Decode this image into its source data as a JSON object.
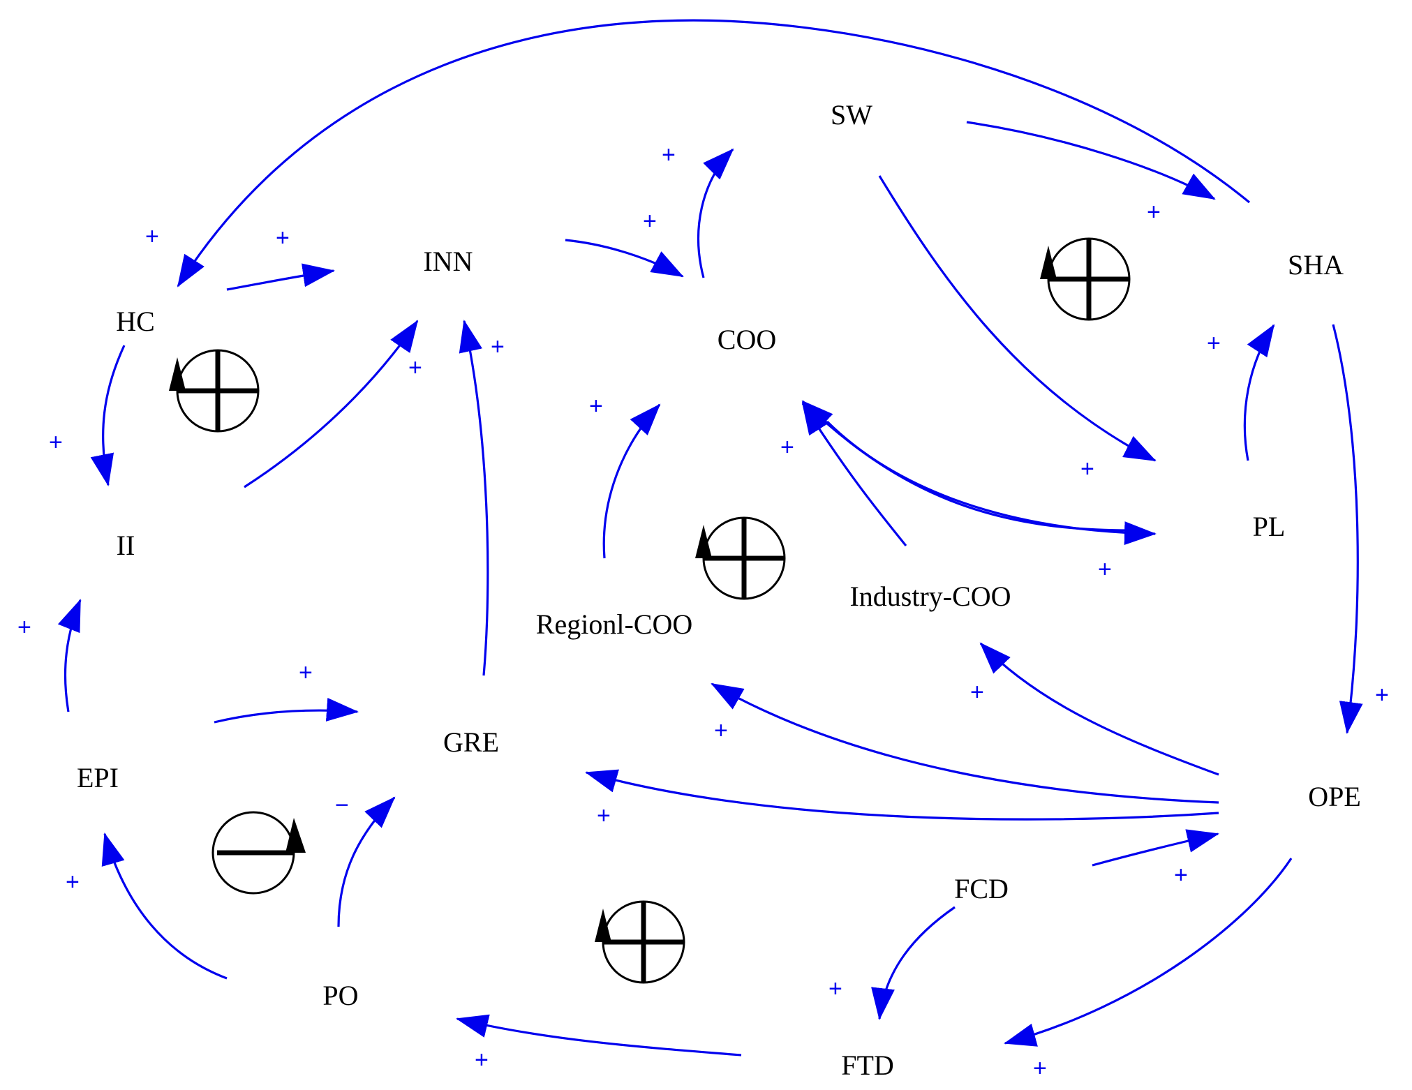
{
  "diagram": {
    "colors": {
      "edge": "#0000ee",
      "loop": "#000000",
      "label": "#000000"
    },
    "nodes": {
      "sw": "SW",
      "sha": "SHA",
      "inn": "INN",
      "hc": "HC",
      "coo": "COO",
      "pl": "PL",
      "ii": "II",
      "regional_coo": "Regionl-COO",
      "industry_coo": "Industry-COO",
      "gre": "GRE",
      "epi": "EPI",
      "ope": "OPE",
      "fcd": "FCD",
      "po": "PO",
      "ftd": "FTD"
    },
    "polarity": {
      "plus": "+",
      "minus": "−"
    },
    "loops": [
      {
        "id": "loop-sw-sha-pl",
        "sign": "+"
      },
      {
        "id": "loop-hc-ii-inn",
        "sign": "+"
      },
      {
        "id": "loop-coo-center",
        "sign": "+"
      },
      {
        "id": "loop-gre-po-epi",
        "sign": "−"
      },
      {
        "id": "loop-bottom",
        "sign": "+"
      }
    ]
  }
}
